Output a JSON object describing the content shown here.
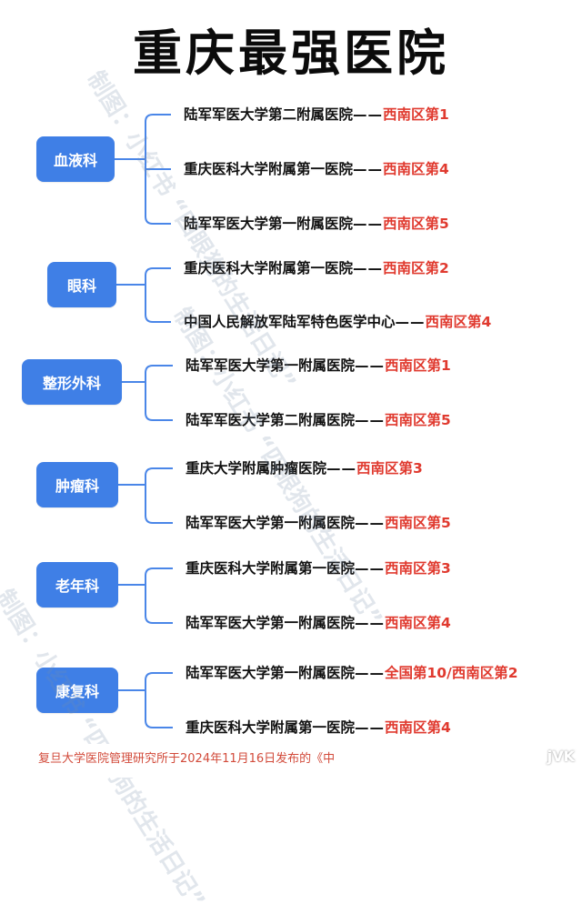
{
  "title": "重庆最强医院",
  "dash": "——",
  "sections": [
    {
      "name": "血液科",
      "entries": [
        {
          "hospital": "陆军军医大学第二附属医院",
          "rank": "西南区第1"
        },
        {
          "hospital": "重庆医科大学附属第一医院",
          "rank": "西南区第4"
        },
        {
          "hospital": "陆军军医大学第一附属医院",
          "rank": "西南区第5"
        }
      ]
    },
    {
      "name": "眼科",
      "entries": [
        {
          "hospital": "重庆医科大学附属第一医院",
          "rank": "西南区第2"
        },
        {
          "hospital": "中国人民解放军陆军特色医学中心",
          "rank": "西南区第4"
        }
      ]
    },
    {
      "name": "整形外科",
      "entries": [
        {
          "hospital": "陆军军医大学第一附属医院",
          "rank": "西南区第1"
        },
        {
          "hospital": "陆军军医大学第二附属医院",
          "rank": "西南区第5"
        }
      ]
    },
    {
      "name": "肿瘤科",
      "entries": [
        {
          "hospital": "重庆大学附属肿瘤医院",
          "rank": "西南区第3"
        },
        {
          "hospital": "陆军军医大学第一附属医院",
          "rank": "西南区第5"
        }
      ]
    },
    {
      "name": "老年科",
      "entries": [
        {
          "hospital": "重庆医科大学附属第一医院",
          "rank": "西南区第3"
        },
        {
          "hospital": "陆军军医大学第一附属医院",
          "rank": "西南区第4"
        }
      ]
    },
    {
      "name": "康复科",
      "entries": [
        {
          "hospital": "陆军军医大学第一附属医院",
          "rank": "全国第10/西南区第2"
        },
        {
          "hospital": "重庆医科大学附属第一医院",
          "rank": "西南区第4"
        }
      ]
    }
  ],
  "footer": "复旦大学医院管理研究所于2024年11月16日发布的《中",
  "watermark": "制图：小红书 “四眼狗的生活日记”",
  "corner_text": "jVK",
  "colors": {
    "category": "#3f7fe6",
    "rank": "#e03a2f",
    "line": "#4a86e8"
  }
}
